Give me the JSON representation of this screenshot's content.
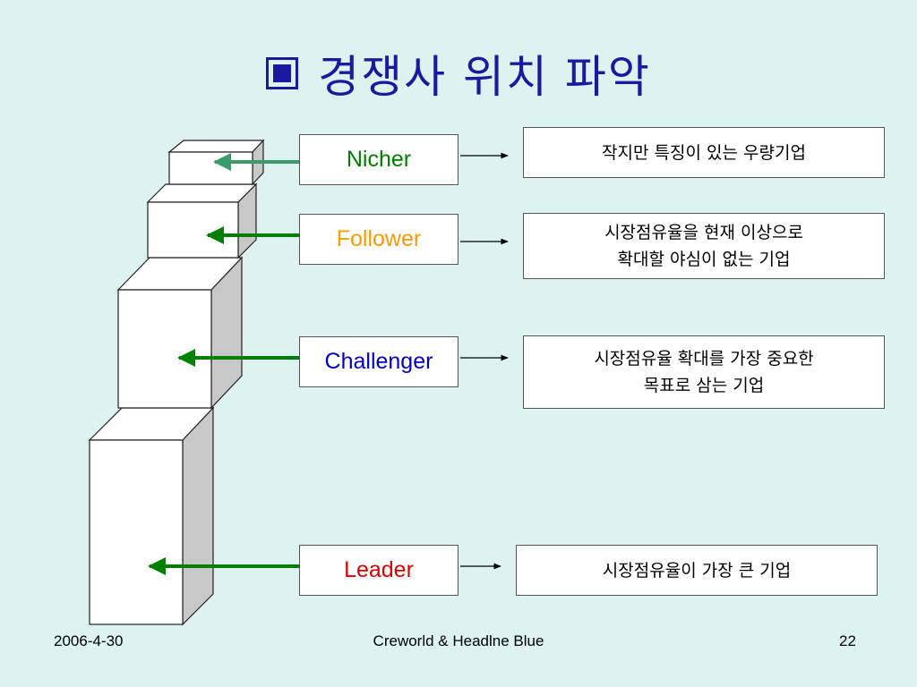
{
  "slide": {
    "title": "경쟁사 위치 파악",
    "bullet_icon": "filled-square-icon"
  },
  "positions": [
    {
      "label": "Niche​r",
      "color": "#008000",
      "description": "작지만 특징이 있는 우량기업"
    },
    {
      "label": "Follower",
      "color": "#ff9900",
      "description": "시장점유율을 현재 이상으로\n확대할 야심이 없는 기업"
    },
    {
      "label": "Challenger",
      "color": "#0000cc",
      "description": "시장점유율 확대를 가장 중요한\n목표로 삼는 기업"
    },
    {
      "label": "Leader",
      "color": "#e00000",
      "description": "시장점유율이 가장 큰 기업"
    }
  ],
  "colors": {
    "background": "#dcf3ef",
    "title": "#1a1aa0",
    "arrow_green": "#008000",
    "arrow_green_light": "#3a9a6a"
  },
  "footer": {
    "date": "2006-4-30",
    "credit": "Creworld & Headlne Blue",
    "page_number": "22"
  }
}
